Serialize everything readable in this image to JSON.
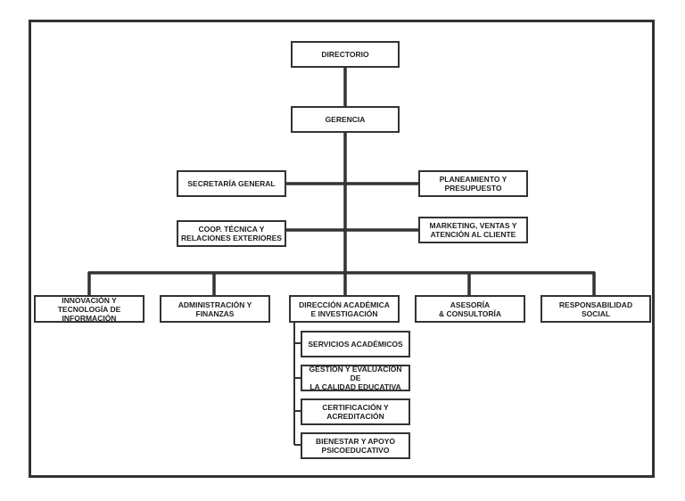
{
  "org_chart": {
    "top": {
      "directorio": "DIRECTORIO",
      "gerencia": "GERENCIA"
    },
    "staff_left": [
      "SECRETARÍA GENERAL",
      "COOP. TÉCNICA Y\nRELACIONES EXTERIORES"
    ],
    "staff_right": [
      "PLANEAMIENTO Y PRESUPUESTO",
      "MARKETING, VENTAS Y\nATENCIÓN AL CLIENTE"
    ],
    "departments": [
      "INNOVACIÓN Y\nTECNOLOGÍA DE INFORMACIÓN",
      "ADMINISTRACIÓN Y FINANZAS",
      "DIRECCIÓN ACADÉMICA\nE INVESTIGACIÓN",
      "ASESORÍA\n& CONSULTORÍA",
      "RESPONSABILIDAD\nSOCIAL"
    ],
    "academic_units": [
      "SERVICIOS ACADÉMICOS",
      "GESTIÓN Y  EVALUACIÓN DE\nLA CALIDAD EDUCATIVA",
      "CERTIFICACIÓN Y\nACREDITACIÓN",
      "BIENESTAR Y APOYO\nPSICOEDUCATIVO"
    ]
  },
  "colors": {
    "line": "#333333",
    "box_border": "#333333",
    "text": "#1e1e1e"
  }
}
